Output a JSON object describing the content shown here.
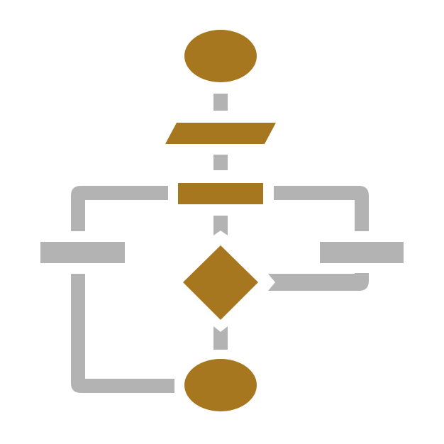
{
  "diagram": {
    "type": "flowchart-icon",
    "colors": {
      "shape_fill": "#A6771E",
      "connector": "#B3B3B3",
      "background": "#FFFFFF"
    },
    "nodes": [
      {
        "id": "start",
        "kind": "terminator",
        "label": ""
      },
      {
        "id": "input",
        "kind": "data",
        "label": ""
      },
      {
        "id": "step",
        "kind": "process",
        "label": ""
      },
      {
        "id": "left-step",
        "kind": "process",
        "label": ""
      },
      {
        "id": "right-step",
        "kind": "process",
        "label": ""
      },
      {
        "id": "decision",
        "kind": "decision",
        "label": ""
      },
      {
        "id": "end",
        "kind": "terminator",
        "label": ""
      }
    ],
    "edges": [
      {
        "from": "start",
        "to": "input"
      },
      {
        "from": "input",
        "to": "step"
      },
      {
        "from": "step",
        "to": "decision"
      },
      {
        "from": "step",
        "to": "left-step"
      },
      {
        "from": "step",
        "to": "right-step"
      },
      {
        "from": "right-step",
        "to": "decision"
      },
      {
        "from": "left-step",
        "to": "end"
      },
      {
        "from": "decision",
        "to": "end"
      }
    ]
  }
}
